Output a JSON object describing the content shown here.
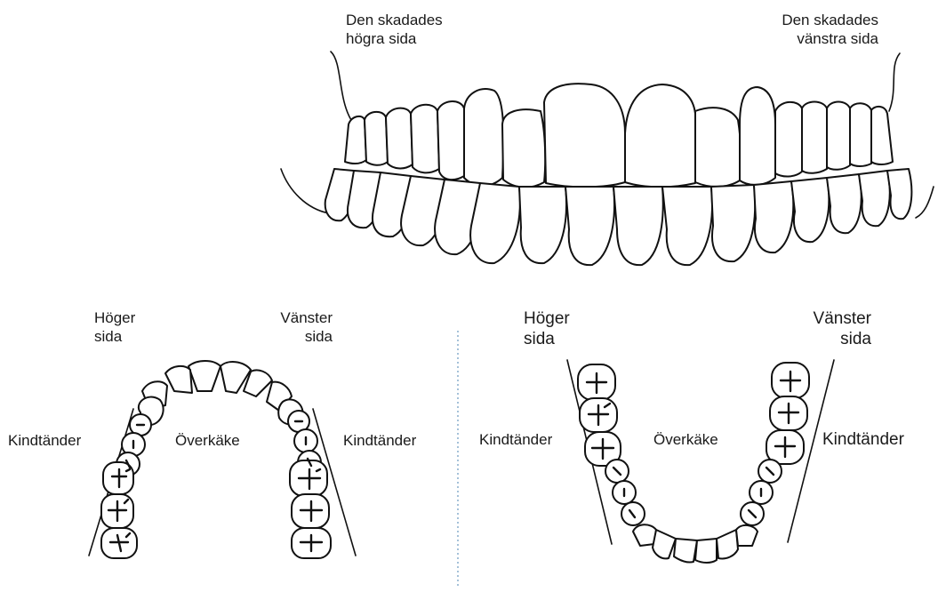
{
  "front_view": {
    "label_right_side": "Den skadades\nhögra sida",
    "label_left_side": "Den skadades\nvänstra sida"
  },
  "upper_jaw": {
    "label_right": "Höger\nsida",
    "label_left": "Vänster\nsida",
    "label_molars_left": "Kindtänder",
    "label_molars_right": "Kindtänder",
    "label_center": "Överkäke"
  },
  "lower_jaw": {
    "label_right": "Höger\nsida",
    "label_left": "Vänster\nsida",
    "label_molars_left": "Kindtänder",
    "label_molars_right": "Kindtänder",
    "label_center": "Överkäke"
  },
  "colors": {
    "line": "#111111",
    "divider": "#7fa7c9",
    "background": "#ffffff"
  }
}
